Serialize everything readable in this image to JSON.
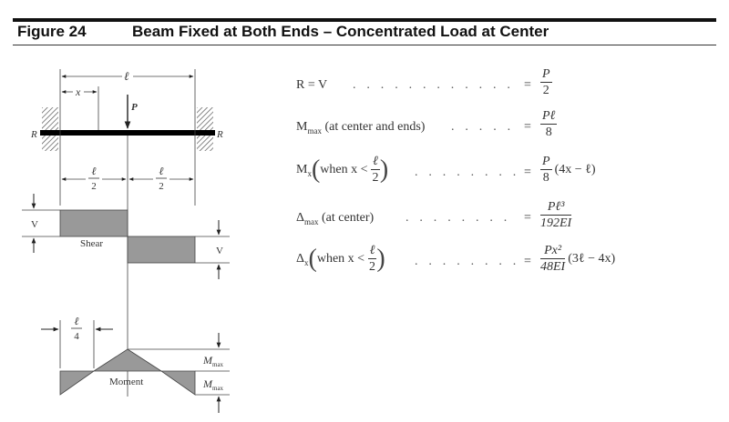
{
  "header": {
    "figure_number": "Figure 24",
    "title": "Beam Fixed at Both Ends – Concentrated Load at Center"
  },
  "diagram": {
    "span_label": "ℓ",
    "x_label": "x",
    "load_label": "P",
    "reaction_left": "R",
    "reaction_right": "R",
    "half_span": {
      "num": "ℓ",
      "den": "2"
    },
    "quarter_span": {
      "num": "ℓ",
      "den": "4"
    },
    "shear_label": "Shear",
    "moment_label": "Moment",
    "v_left": "V",
    "v_right": "V",
    "m_top": {
      "base": "M",
      "sub": "max"
    },
    "m_bottom": {
      "base": "M",
      "sub": "max"
    }
  },
  "formulas": [
    {
      "lhs": "R = V",
      "rhs_num": "P",
      "rhs_den": "2",
      "rhs_tail": ""
    },
    {
      "lhs_base": "M",
      "lhs_sub": "max",
      "lhs_text": " (at center and ends)",
      "rhs_num": "Pℓ",
      "rhs_den": "8",
      "rhs_tail": ""
    },
    {
      "lhs_base": "M",
      "lhs_sub": "x",
      "cond_pre": "when x <",
      "cond_num": "ℓ",
      "cond_den": "2",
      "rhs_num": "P",
      "rhs_den": "8",
      "rhs_tail": "(4x − ℓ)"
    },
    {
      "lhs_base": "Δ",
      "lhs_sub": "max",
      "lhs_text": " (at center)",
      "rhs_num": "Pℓ³",
      "rhs_den": "192EI",
      "rhs_tail": ""
    },
    {
      "lhs_base": "Δ",
      "lhs_sub": "x",
      "cond_pre": "when x <",
      "cond_num": "ℓ",
      "cond_den": "2",
      "rhs_num": "Px²",
      "rhs_den": "48EI",
      "rhs_tail": "(3ℓ − 4x)"
    }
  ],
  "dots": ". . . . . . . . . . . . . . . . . . . . . . . . . . . . . . ."
}
